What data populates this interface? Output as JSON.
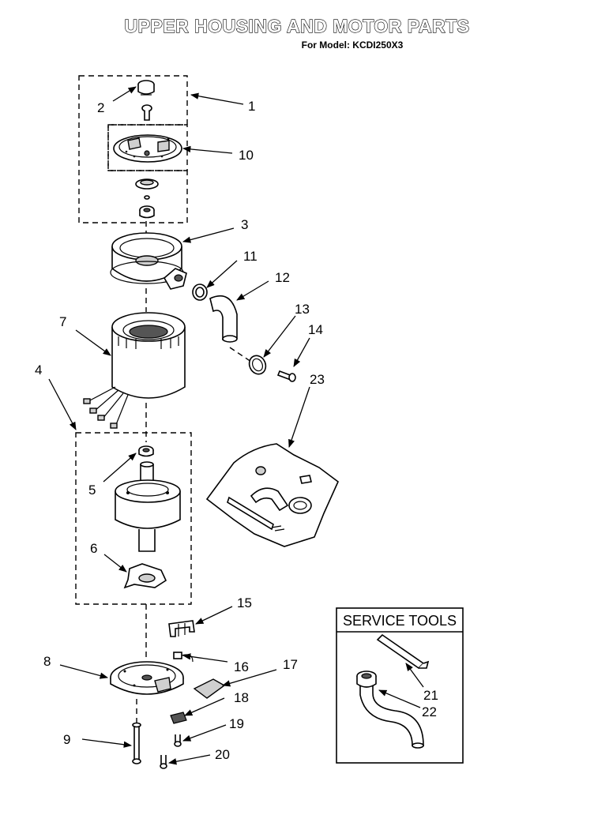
{
  "header": {
    "title": "UPPER HOUSING AND MOTOR PARTS",
    "subtitle": "For Model: KCDI250X3"
  },
  "callouts": {
    "c1": "1",
    "c2": "2",
    "c3": "3",
    "c4": "4",
    "c5": "5",
    "c6": "6",
    "c7": "7",
    "c8": "8",
    "c9": "9",
    "c10": "10",
    "c11": "11",
    "c12": "12",
    "c13": "13",
    "c14": "14",
    "c15": "15",
    "c16": "16",
    "c17": "17",
    "c18": "18",
    "c19": "19",
    "c20": "20",
    "c21": "21",
    "c22": "22",
    "c23": "23"
  },
  "service_tools": {
    "title": "SERVICE TOOLS"
  }
}
